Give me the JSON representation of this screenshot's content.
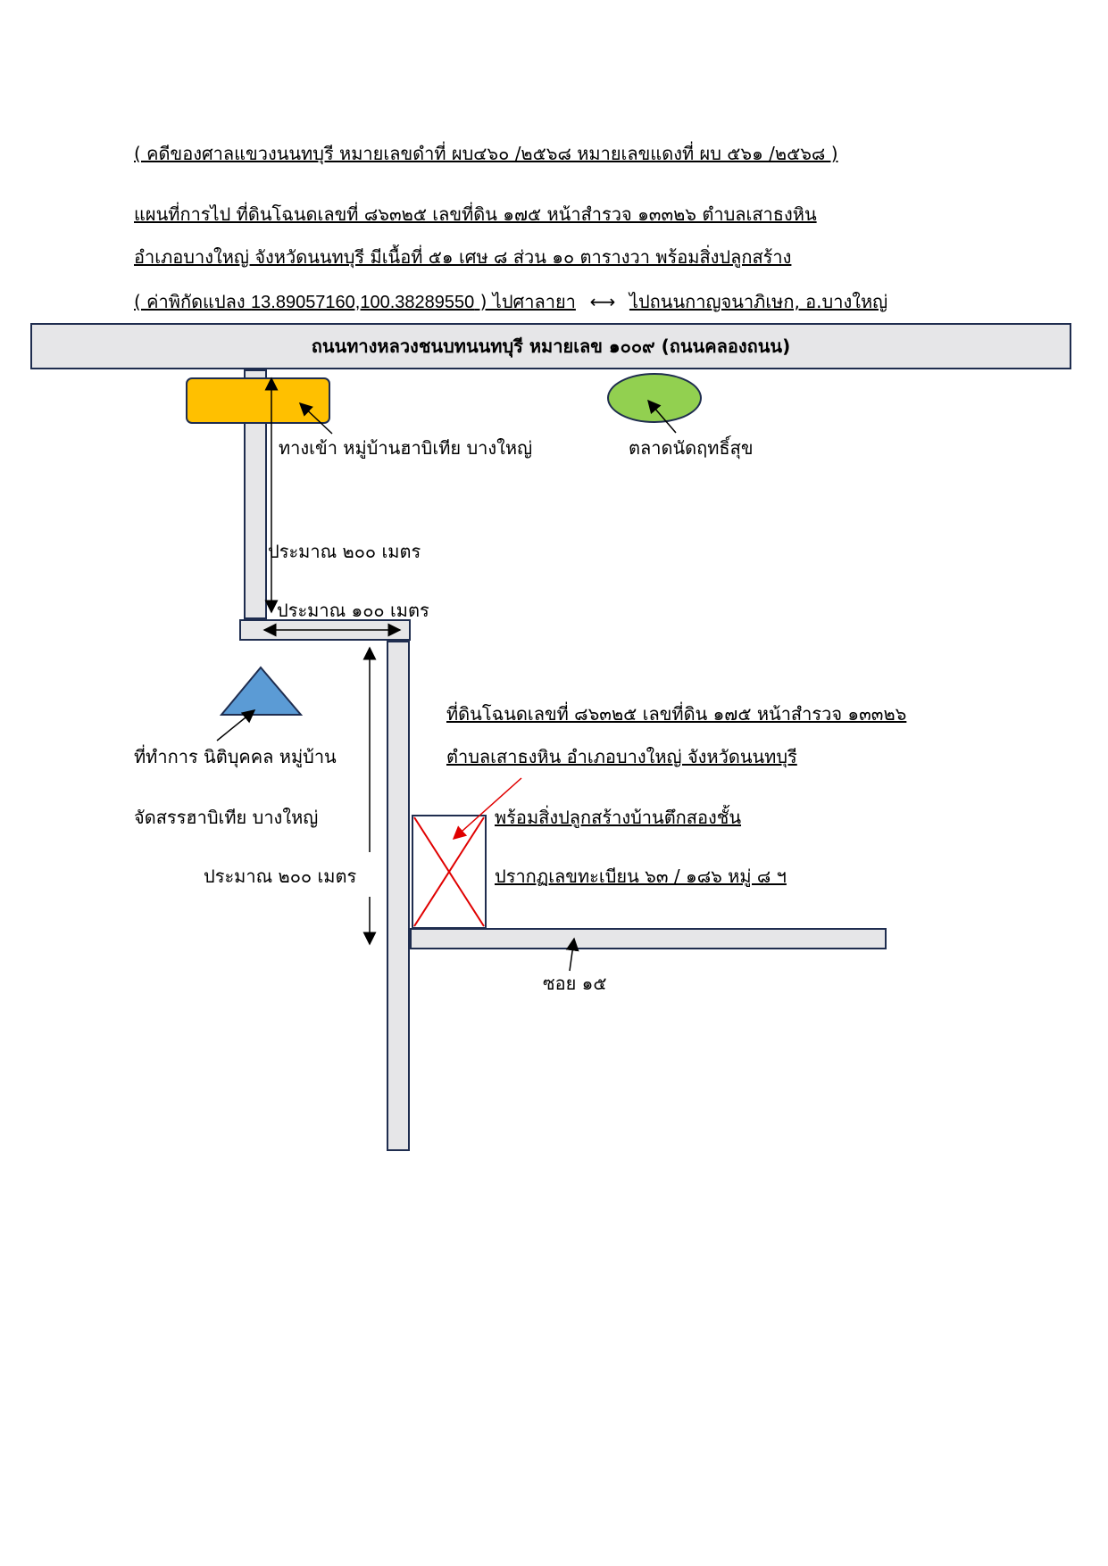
{
  "header": {
    "case_line": "( คดีของศาลแขวงนนทบุรี หมายเลขดำที่ ผบ๔๖๐ /๒๕๖๘ หมายเลขแดงที่ ผบ ๕๖๑ /๒๕๖๘  )",
    "map_line1": "แผนที่การไป ที่ดินโฉนดเลขที่ ๘๖๓๒๕ เลขที่ดิน ๑๗๕  หน้าสำรวจ ๑๓๓๒๖ ตำบลเสาธงหิน",
    "map_line2": "อำเภอบางใหญ่  จังหวัดนนทบุรี มีเนื้อที่ ๕๑ เศษ ๘ ส่วน ๑๐ ตารางวา   พร้อมสิ่งปลูกสร้าง",
    "coord_prefix": "( ค่าพิกัดแปลง  ",
    "coord_value": "13.89057160,100.38289550",
    "coord_suffix": " )   ไปศาลายา",
    "direction_right": "ไปถนนกาญจนาภิเษก, อ.บางใหญ่"
  },
  "map": {
    "main_road": "ถนนทางหลวงชนบทนนทบุรี หมายเลข ๑๐๐๙ (ถนนคลองถนน)",
    "entrance_label": "ทางเข้า หมู่บ้านฮาบิเทีย บางใหญ่",
    "market_label": "ตลาดนัดฤทธิ์สุข",
    "distance_200_top": "ประมาณ ๒๐๐  เมตร",
    "distance_100": "ประมาณ ๑๐๐ เมตร",
    "office_label_line1": "ที่ทำการ นิติบุคคล หมู่บ้าน",
    "office_label_line2": "จัดสรรฮาบิเทีย บางใหญ่",
    "distance_200_bottom": "ประมาณ ๒๐๐  เมตร",
    "parcel_line1": "ที่ดินโฉนดเลขที่ ๘๖๓๒๕ เลขที่ดิน ๑๗๕  หน้าสำรวจ ๑๓๓๒๖",
    "parcel_line2": "ตำบลเสาธงหิน  อำเภอบางใหญ่  จังหวัดนนทบุรี",
    "parcel_line3": "พร้อมสิ่งปลูกสร้างบ้านตึกสองชั้น",
    "parcel_line4": "ปรากฏเลขทะเบียน  ๖๓ / ๑๘๖   หมู่ ๘ ฯ",
    "soi_label": "ซอย ๑๕"
  },
  "colors": {
    "road_fill": "#e6e6e8",
    "road_border": "#1f2d4f",
    "entrance_sign": "#ffc000",
    "market_marker": "#92d050",
    "office_marker": "#5b9bd5",
    "parcel_cross": "#e00000"
  }
}
